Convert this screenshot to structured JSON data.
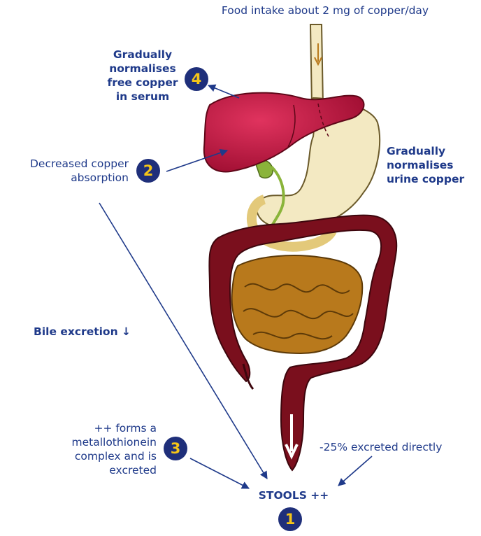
{
  "intake_label": "Food intake about 2 mg of copper/day",
  "labels": {
    "step4": [
      "Gradually",
      "normalises",
      "free copper",
      "in serum"
    ],
    "step2": [
      "Decreased copper",
      "absorption"
    ],
    "urine": [
      "Gradually",
      "normalises",
      "urine copper"
    ],
    "bile": "Bile excretion ↓",
    "step3": [
      "++ forms a",
      "metallothionein",
      "complex and is",
      "excreted"
    ],
    "direct": "-25% excreted directly",
    "stools": "STOOLS ++"
  },
  "badges": {
    "b1": "1",
    "b2": "2",
    "b3": "3",
    "b4": "4"
  },
  "colors": {
    "text": "#1f3a8a",
    "badge_bg": "#1f2f7a",
    "badge_fg": "#f5c518",
    "liver": "#b3123a",
    "stomach": "#f3e9c2",
    "intestine": "#b8791c",
    "colon": "#7a0f1d"
  }
}
